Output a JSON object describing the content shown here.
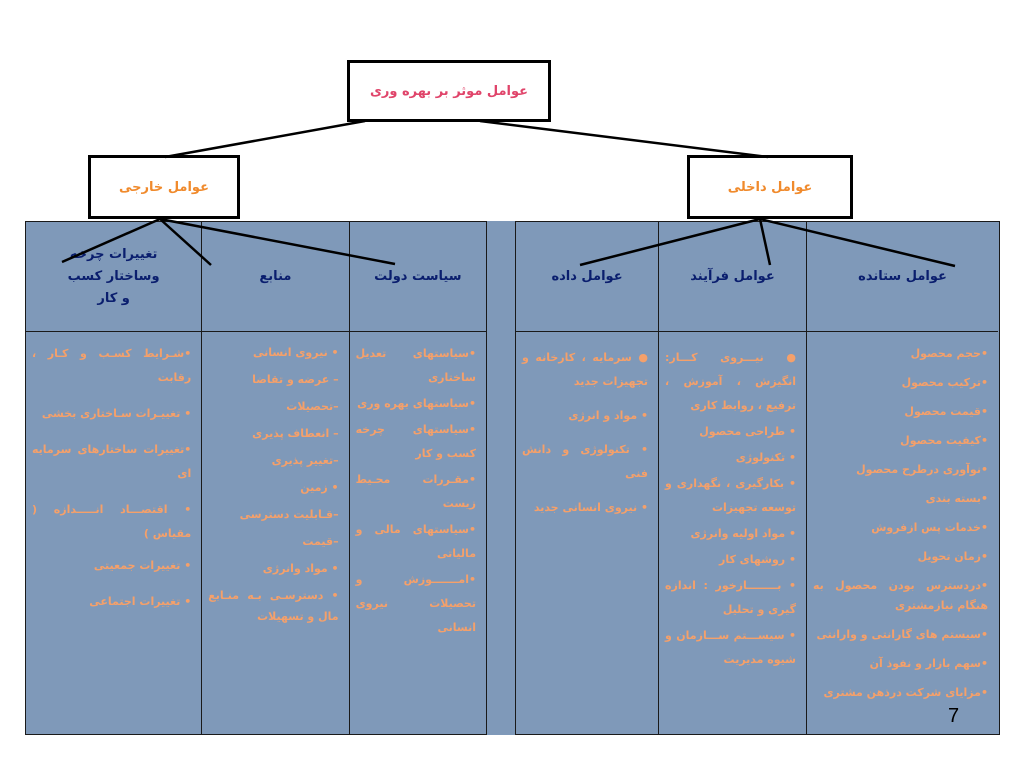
{
  "colors": {
    "box_text_root": "#e0446a",
    "box_text_child": "#f08a2c",
    "item_text": "#f5a06a",
    "header_text": "#0a1e6e",
    "table_bg": "#7f99b9"
  },
  "root": {
    "label": "عوامل موثر بر بهره وری"
  },
  "external": {
    "label": "عوامل خارجی",
    "columns": [
      {
        "header": "تغییرات چرخه وساختار کسب و کار",
        "items": [
          "•شـرایط کسـب و کـار ، رقابت",
          "• تغییـرات سـاختاری بخشی",
          "•تغییرات ساختارهای سرمایه ای",
          "• اقتصـــاد انـــــدازه ( مقیاس )",
          "• تغییرات جمعیتی",
          "• تغییرات اجتماعی"
        ]
      },
      {
        "header": "منابع",
        "items": [
          "• نیروی انسانی",
          "– عرضه و تقاضا",
          "–تحصیلات",
          "– انعطاف پذیری",
          "–تغییر پذیری",
          "• زمین",
          "–قـابلیت دسترسی",
          "–قیمت",
          "• مواد وانرژی",
          "• دسترسـی بـه منـابع مال و تسهیلات"
        ]
      },
      {
        "header": "سیاست دولت",
        "items": [
          "•سیاستهای تعدیل ساختاری",
          "•سیاستهای بهره وری",
          "•سیاستهای چرخه کسب و کار",
          "•مقـررات محـیط زیست",
          "•سیاستهای مالی و مالیاتی",
          "•امـــــــوزش و تحصیلات نیروی انسانی"
        ]
      }
    ]
  },
  "internal": {
    "label": "عوامل داخلی",
    "columns": [
      {
        "header": "عوامل داده",
        "items": [
          "● سرمایه ، کارخانه و تجهیزات جدید",
          "• مواد و انرژی",
          "• تکنولوژی و دانش فنی",
          "• نیروی انسانی جدید"
        ]
      },
      {
        "header": "عوامل فرآیند",
        "items": [
          "● نیـــروی کـــار: انگیزش ، آموزش ، ترفیع ، روابط کاری",
          "• طراحی محصول",
          "• تکنولوژی",
          "• بکارگیری ، نگهداری و توسعه تجهیزات",
          "• مواد اولیه وانرژی",
          "• روشهای کار",
          "• بــــــــازخور : اندازه گیری و تحلیل",
          "• سیســـتم ســـازمان و شیوه مدیریت"
        ]
      },
      {
        "header": "عوامل ستانده",
        "items": [
          "•حجم محصول",
          "•ترکیب محصول",
          "•قیمت محصول",
          "•کیفیت محصول",
          "•نوآوری درطرح محصول",
          "•بسته بندی",
          "•خدمات پس ازفروش",
          "•زمان تحویل",
          "•دردسترس بودن محصول به هنگام نیازمشتری",
          "•سیستم های گارانتی و وارانتی",
          "•سهم بازار و نفوذ آن",
          "•مزایای شرکت درذهن مشتری"
        ]
      }
    ]
  },
  "page_number": "7"
}
